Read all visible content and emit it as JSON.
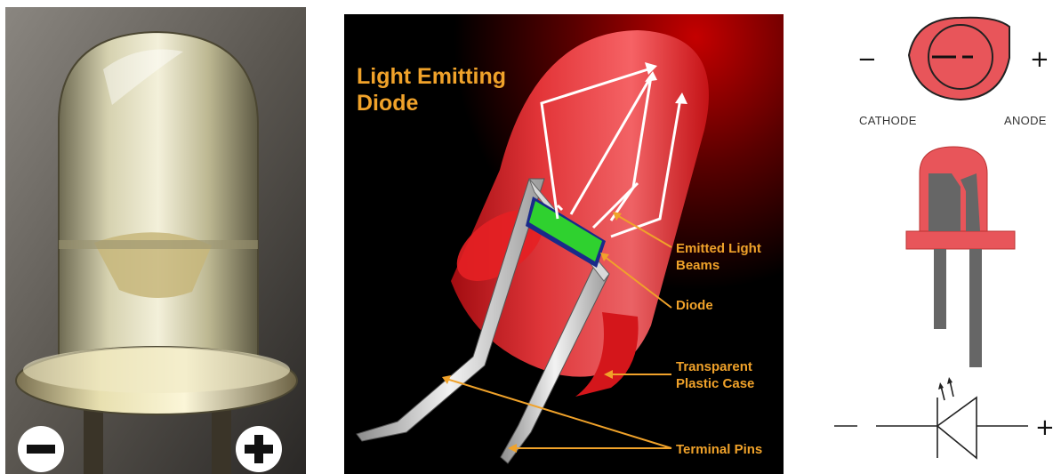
{
  "photo": {
    "minus_symbol": "−",
    "plus_symbol": "+"
  },
  "diagram": {
    "title_line1": "Light Emitting",
    "title_line2": "Diode",
    "labels": {
      "beams_line1": "Emitted Light",
      "beams_line2": "Beams",
      "diode": "Diode",
      "case_line1": "Transparent",
      "case_line2": "Plastic Case",
      "pins": "Terminal Pins"
    },
    "colors": {
      "label": "#f0a22a",
      "led_red": "#e8161b",
      "chip_green": "#2fd12f",
      "background": "#000000"
    }
  },
  "schematic": {
    "top_minus": "−",
    "top_plus": "+",
    "cathode": "CATHODE",
    "anode": "ANODE",
    "bottom_minus": "−",
    "bottom_plus": "+",
    "colors": {
      "body": "#e8555a",
      "leg": "#666666"
    }
  }
}
